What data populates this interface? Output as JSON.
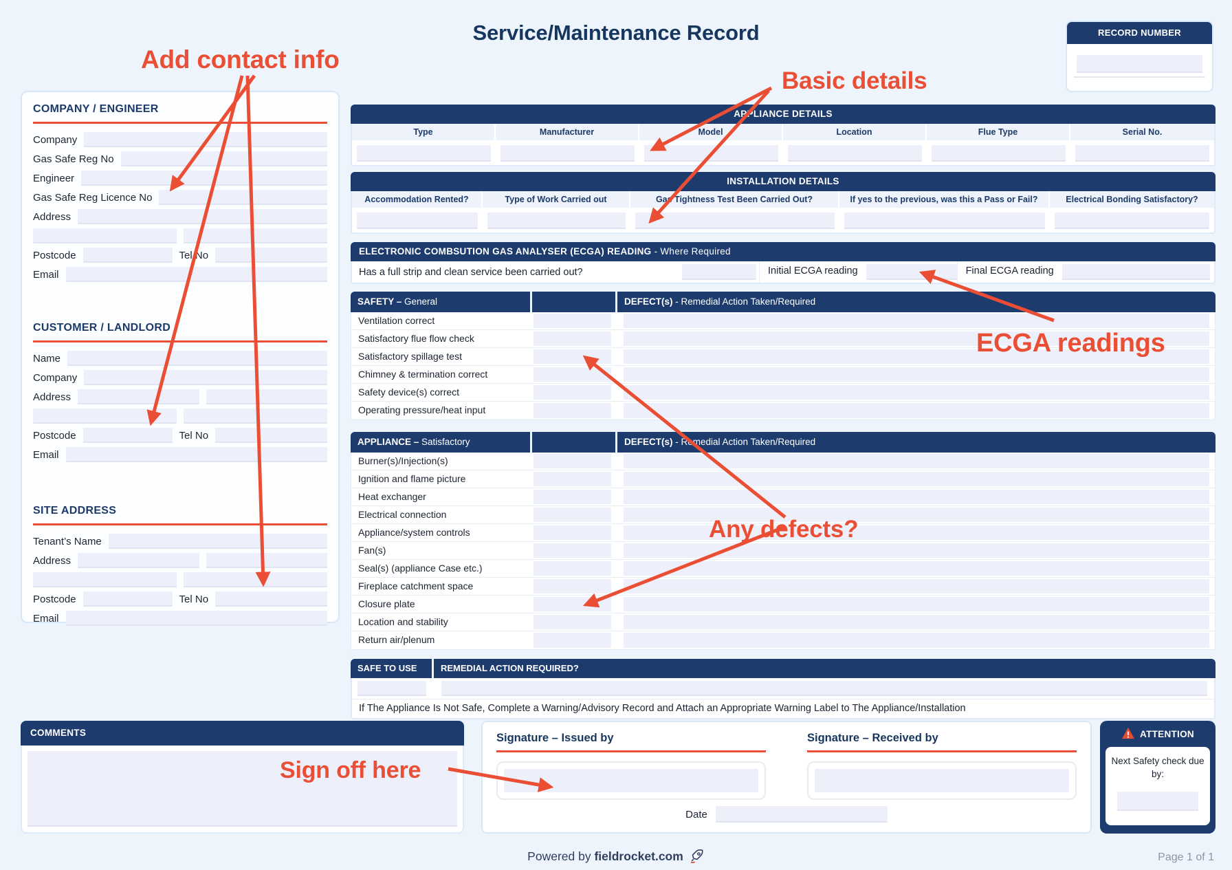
{
  "page": {
    "title": "Service/Maintenance Record"
  },
  "record_number": {
    "label": "RECORD NUMBER"
  },
  "company_engineer": {
    "title": "COMPANY / ENGINEER",
    "labels": {
      "company": "Company",
      "gas_safe_reg_no": "Gas Safe Reg No",
      "engineer": "Engineer",
      "gas_safe_reg_licence_no": "Gas Safe Reg Licence No",
      "address": "Address",
      "postcode": "Postcode",
      "tel_no": "Tel No",
      "email": "Email"
    }
  },
  "customer_landlord": {
    "title": "CUSTOMER / LANDLORD",
    "labels": {
      "name": "Name",
      "company": "Company",
      "address": "Address",
      "postcode": "Postcode",
      "tel_no": "Tel No",
      "email": "Email"
    }
  },
  "site_address": {
    "title": "SITE ADDRESS",
    "labels": {
      "tenants_name": "Tenant’s Name",
      "address": "Address",
      "postcode": "Postcode",
      "tel_no": "Tel No",
      "email": "Email"
    }
  },
  "appliance_details": {
    "title": "APPLIANCE DETAILS",
    "columns": [
      "Type",
      "Manufacturer",
      "Model",
      "Location",
      "Flue Type",
      "Serial No."
    ]
  },
  "installation_details": {
    "title": "INSTALLATION DETAILS",
    "columns": [
      "Accommodation Rented?",
      "Type of Work Carried out",
      "Gas Tightness Test Been Carried Out?",
      "If yes to the previous, was this a Pass or Fail?",
      "Electrical Bonding Satisfactory?"
    ]
  },
  "ecga": {
    "title_bold": "ELECTRONIC COMBSUTION GAS ANALYSER (ECGA) READING",
    "title_suffix": " - Where Required",
    "question": "Has a full strip and clean service been carried out?",
    "initial_label": "Initial ECGA reading",
    "final_label": "Final ECGA reading"
  },
  "safety_table": {
    "title_bold": "SAFETY –",
    "title_suffix": " General",
    "defects_bold": "DEFECT(s)",
    "defects_suffix": " - Remedial Action Taken/Required",
    "rows": [
      "Ventilation correct",
      "Satisfactory flue flow check",
      "Satisfactory spillage test",
      "Chimney & termination correct",
      "Safety device(s) correct",
      "Operating pressure/heat input"
    ]
  },
  "appliance_table": {
    "title_bold": "APPLIANCE –",
    "title_suffix": " Satisfactory",
    "defects_bold": "DEFECT(s)",
    "defects_suffix": " - Remedial Action Taken/Required",
    "rows": [
      "Burner(s)/Injection(s)",
      "Ignition and flame picture",
      "Heat exchanger",
      "Electrical connection",
      "Appliance/system controls",
      "Fan(s)",
      "Seal(s) (appliance Case etc.)",
      "Fireplace catchment space",
      "Closure plate",
      "Location and stability",
      "Return air/plenum"
    ]
  },
  "safe_to_use": {
    "label": "SAFE TO USE",
    "remedial_label": "REMEDIAL ACTION REQUIRED?",
    "note": "If The Appliance Is Not Safe, Complete a Warning/Advisory Record and Attach an Appropriate Warning Label to The Appliance/Installation"
  },
  "comments": {
    "title": "COMMENTS"
  },
  "signatures": {
    "issued_by": "Signature – Issued by",
    "received_by": "Signature – Received by",
    "date_label": "Date"
  },
  "attention": {
    "title": "ATTENTION",
    "text": "Next Safety check due by:"
  },
  "footer": {
    "powered_by": "Powered by ",
    "brand": "fieldrocket.com",
    "page": "Page 1 of 1"
  },
  "annotations": {
    "add_contact_info": "Add contact info",
    "basic_details": "Basic details",
    "ecga_readings": "ECGA readings",
    "any_defects": "Any defects?",
    "sign_off": "Sign off here"
  },
  "icons": {
    "warning": "red-triangle-exclamation",
    "rocket": "rocket-outline"
  },
  "colors": {
    "navy": "#1d3c6d",
    "annotation_red": "#ea4e34",
    "field_fill": "#edf0fa",
    "page_bg": "#edf4fc"
  }
}
